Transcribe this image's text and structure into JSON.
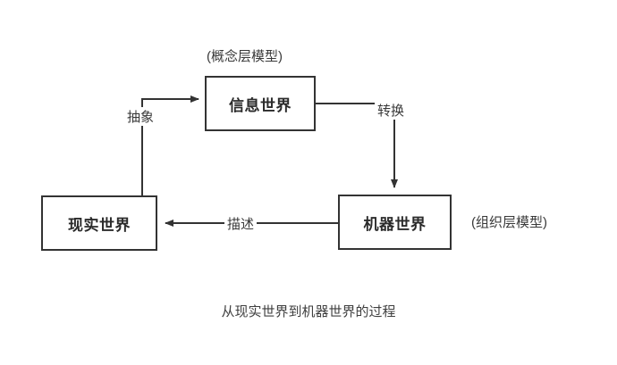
{
  "diagram": {
    "caption": "从现实世界到机器世界的过程",
    "stroke_color": "#333333",
    "text_color": "#2b2b2b",
    "background_color": "#ffffff",
    "nodes": [
      {
        "id": "information-world",
        "label": "信息世界",
        "note": "(概念层模型)"
      },
      {
        "id": "real-world",
        "label": "现实世界",
        "note": ""
      },
      {
        "id": "machine-world",
        "label": "机器世界",
        "note": "(组织层模型)"
      }
    ],
    "notes": {
      "conceptual_layer": "(概念层模型)",
      "organization_layer": "(组织层模型)"
    },
    "edges": [
      {
        "id": "real-to-information",
        "label": "抽象",
        "from": "real-world",
        "to": "information-world"
      },
      {
        "id": "information-to-machine",
        "label": "转换",
        "from": "information-world",
        "to": "machine-world"
      },
      {
        "id": "machine-to-real",
        "label": "描述",
        "from": "machine-world",
        "to": "real-world"
      }
    ]
  }
}
